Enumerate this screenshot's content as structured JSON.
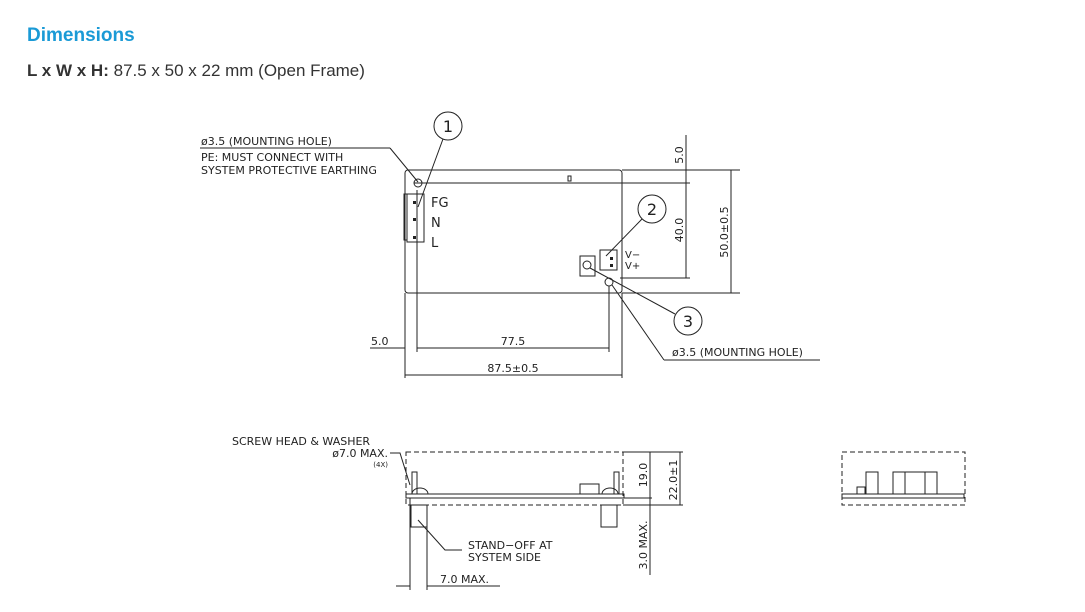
{
  "section": {
    "title": "Dimensions"
  },
  "dimensions": {
    "label": "L x W x H:",
    "value": "87.5 x 50 x 22 mm (Open Frame)"
  },
  "drawing": {
    "top_view": {
      "hole_note_1": "ø3.5  (MOUNTING HOLE)",
      "pe_note_1": "PE: MUST CONNECT WITH",
      "pe_note_2": "SYSTEM PROTECTIVE EARTHING",
      "callout_1": "1",
      "callout_2": "2",
      "callout_3": "3",
      "pin_fg": "FG",
      "pin_n": "N",
      "pin_l": "L",
      "pin_vminus": "V−",
      "pin_vplus": "V+",
      "dim_5_top": "5.0",
      "dim_40": "40.0",
      "dim_50": "50.0±0.5",
      "dim_5_left": "5.0",
      "dim_77_5": "77.5",
      "dim_87_5": "87.5±0.5",
      "hole_note_2": "ø3.5  (MOUNTING HOLE)"
    },
    "side_view": {
      "screw_note_1": "SCREW HEAD & WASHER",
      "screw_note_2": "ø7.0  MAX.",
      "screw_note_3": "(4X)",
      "standoff_note_1": "STAND−OFF  AT",
      "standoff_note_2": "SYSTEM  SIDE",
      "dim_7_max": "7.0  MAX.",
      "dim_19": "19.0",
      "dim_22": "22.0±1",
      "dim_3_max": "3.0  MAX."
    }
  }
}
